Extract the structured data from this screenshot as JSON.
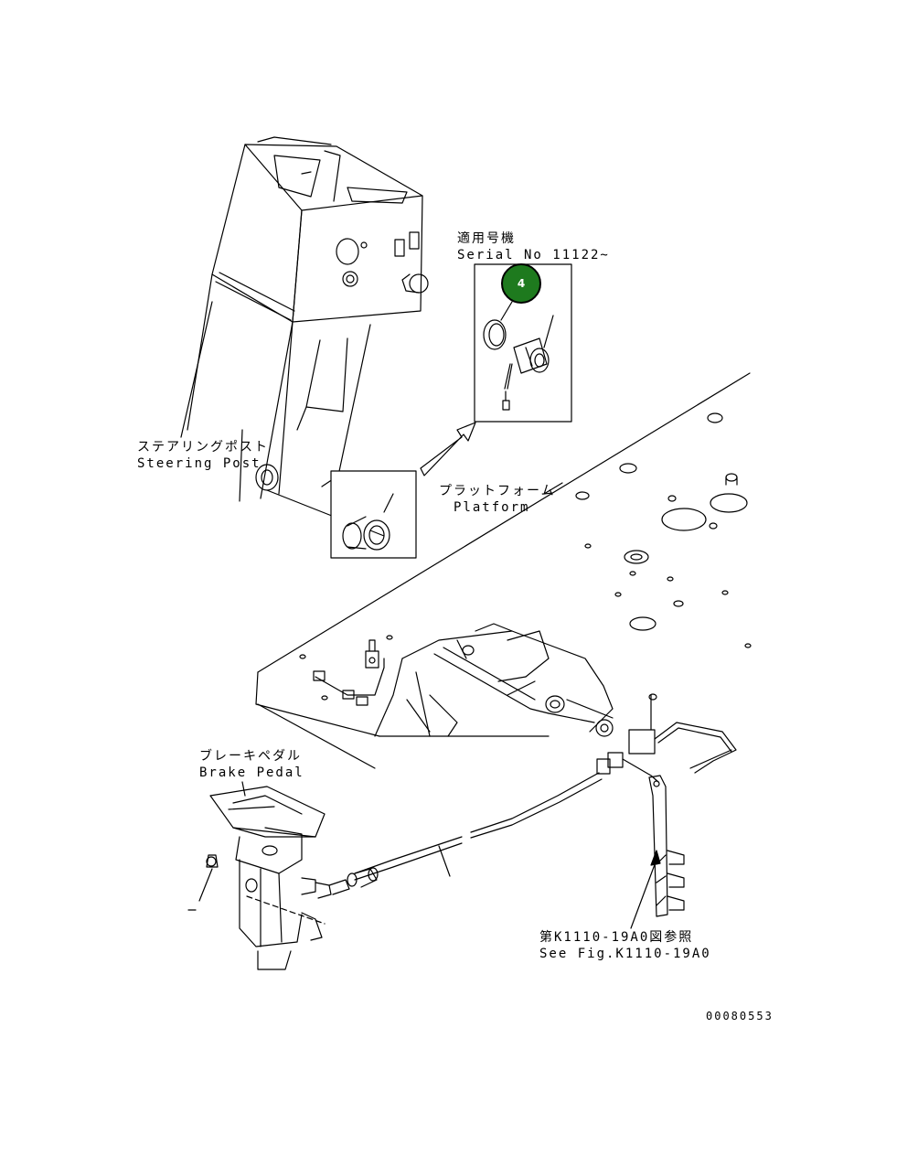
{
  "labels": {
    "serial_jp": "適用号機",
    "serial_en": "Serial No 11122~",
    "steering_jp": "ステアリングポスト",
    "steering_en": "Steering Post",
    "platform_jp": "プラットフォーム",
    "platform_en": "Platform",
    "brake_jp": "ブレーキペダル",
    "brake_en": "Brake Pedal",
    "ref_jp": "第K1110-19A0図参照",
    "ref_en": "See Fig.K1110-19A0",
    "drawing_no": "00080553"
  },
  "callouts": [
    {
      "number": "4",
      "color": "#1e7a1e"
    }
  ]
}
